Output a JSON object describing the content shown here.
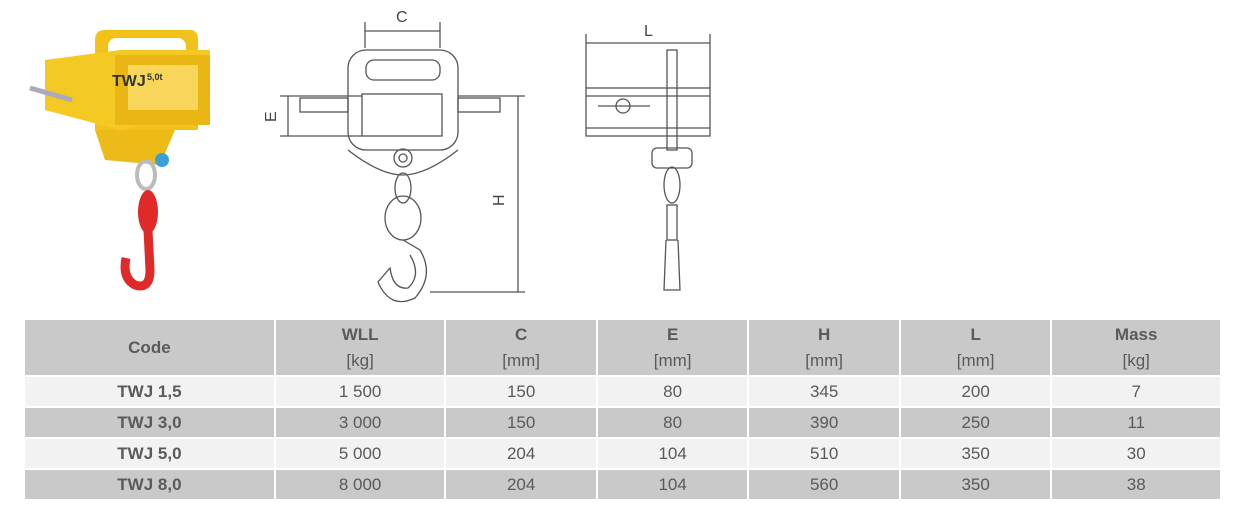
{
  "product_image": {
    "label": "TWJ 5,0t"
  },
  "drawing": {
    "dim_c": "C",
    "dim_e": "E",
    "dim_h": "H",
    "dim_l": "L"
  },
  "table": {
    "headers": [
      {
        "name": "Code",
        "unit": ""
      },
      {
        "name": "WLL",
        "unit": "[kg]"
      },
      {
        "name": "C",
        "unit": "[mm]"
      },
      {
        "name": "E",
        "unit": "[mm]"
      },
      {
        "name": "H",
        "unit": "[mm]"
      },
      {
        "name": "L",
        "unit": "[mm]"
      },
      {
        "name": "Mass",
        "unit": "[kg]"
      }
    ],
    "rows": [
      [
        "TWJ 1,5",
        "1 500",
        "150",
        "80",
        "345",
        "200",
        "7"
      ],
      [
        "TWJ 3,0",
        "3 000",
        "150",
        "80",
        "390",
        "250",
        "11"
      ],
      [
        "TWJ 5,0",
        "5 000",
        "204",
        "104",
        "510",
        "350",
        "30"
      ],
      [
        "TWJ 8,0",
        "8 000",
        "204",
        "104",
        "560",
        "350",
        "38"
      ]
    ]
  }
}
